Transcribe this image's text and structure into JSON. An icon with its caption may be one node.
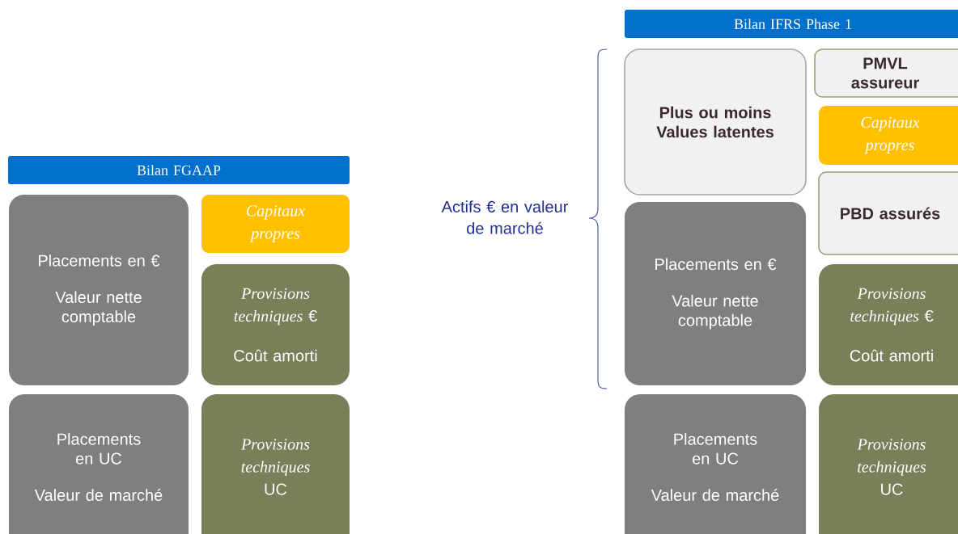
{
  "diagram": {
    "nodes": [
      {
        "text": [
          "Bilan FGAAP"
        ]
      },
      {
        "text": [
          "Placements en €",
          "Valeur nette comptable"
        ]
      },
      {
        "text": [
          "Capitaux propres"
        ]
      },
      {
        "text": [
          "*Provisions techniques* €",
          "Coût amorti"
        ]
      },
      {
        "text": [
          "Placements en UC",
          "Valeur de marché"
        ]
      },
      {
        "text": [
          "*Provisions techniques* UC"
        ]
      },
      {
        "text": [
          "Bilan IFRS Phase 1"
        ]
      },
      {
        "text": [
          "Plus ou moins Values latentes"
        ]
      },
      {
        "text": [
          "PMVL assureur"
        ]
      },
      {
        "text": [
          "Capitaux propres"
        ]
      },
      {
        "text": [
          "PBD assurés"
        ]
      },
      {
        "text": [
          "Placements en €",
          "Valeur nette comptable"
        ]
      },
      {
        "text": [
          "*Provisions techniques* €",
          "Coût amorti"
        ]
      },
      {
        "text": [
          "Placements en UC",
          "Valeur de marché"
        ]
      },
      {
        "text": [
          "*Provisions techniques* UC"
        ]
      }
    ],
    "labels": [
      "Actifs € en valeur de marché"
    ]
  }
}
